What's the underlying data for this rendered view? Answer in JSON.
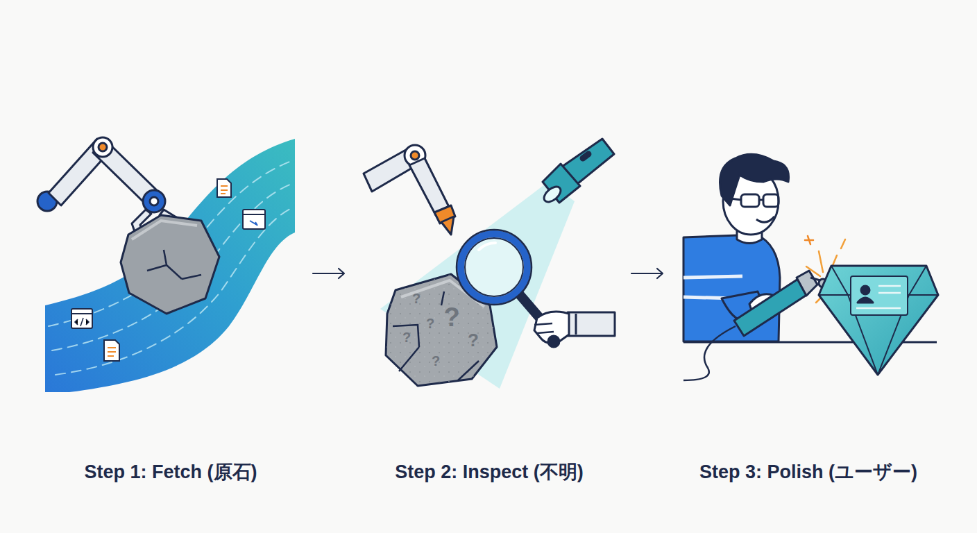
{
  "diagram": {
    "labels": [
      "Step 1: Fetch (原石)",
      "Step 2: Inspect (不明)",
      "Step 3: Polish (ユーザー)",
      "?",
      "?",
      "?",
      "?",
      "?",
      "?"
    ]
  }
}
